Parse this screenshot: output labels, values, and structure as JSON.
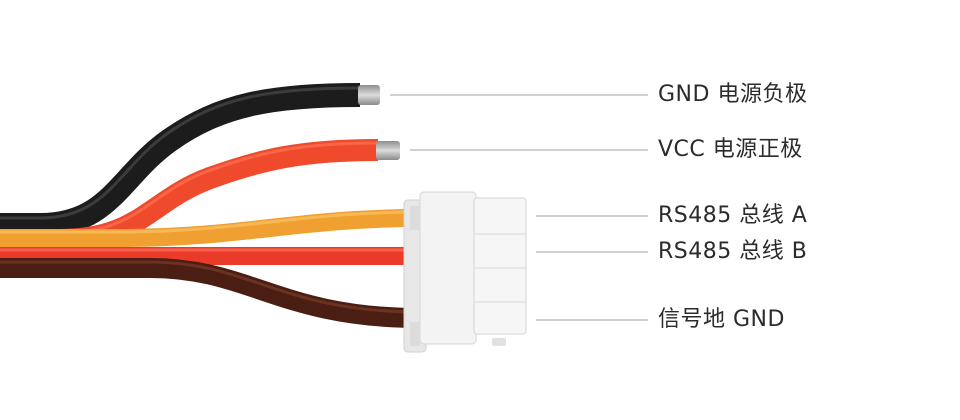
{
  "labels": {
    "gnd_power": "GND 电源负极",
    "vcc_power": "VCC 电源正极",
    "rs485_a": "RS485 总线 A",
    "rs485_b": "RS485 总线 B",
    "signal_gnd": "信号地 GND"
  },
  "colors": {
    "black_wire": "#1c1c1c",
    "red_wire": "#f04a2c",
    "orange_wire": "#f0a030",
    "red_bus_wire": "#ea3a2a",
    "brown_wire": "#4a1e12",
    "connector": "#f3f3f3",
    "leader_line": "#b5b5b5"
  }
}
